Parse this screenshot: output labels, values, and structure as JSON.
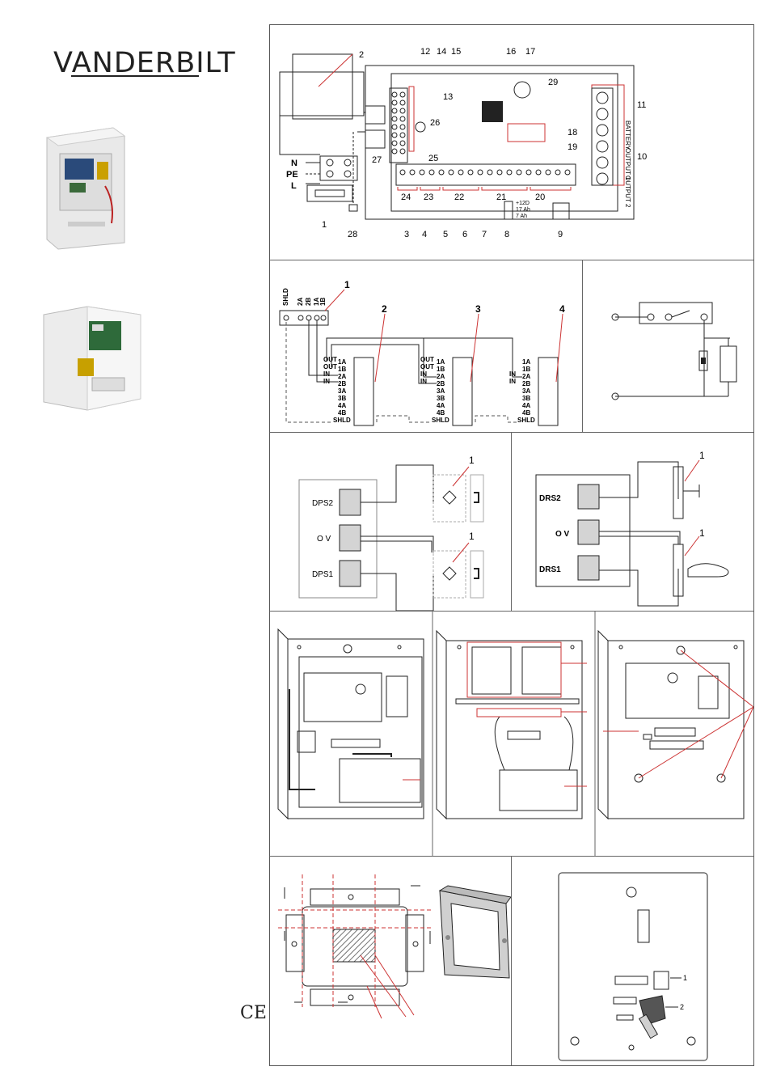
{
  "brand": {
    "name": "VANDERBILT"
  },
  "ce_mark": "CE",
  "wiring_diagram": {
    "callouts": [
      "1",
      "2",
      "3",
      "4",
      "5",
      "6",
      "7",
      "8",
      "9",
      "10",
      "11",
      "12",
      "13",
      "14",
      "15",
      "16",
      "17",
      "18",
      "19",
      "20",
      "21",
      "22",
      "23",
      "24",
      "25",
      "26",
      "27",
      "28",
      "29"
    ],
    "mains_labels": {
      "n": "N",
      "pe": "PE",
      "l": "L"
    },
    "side_labels": {
      "battery": "BATTERY",
      "output1": "OUTPUT 1",
      "output2": "OUTPUT 2"
    },
    "jumper_labels": [
      "+12D",
      "17 Ah",
      "7 Ah"
    ]
  },
  "bus_diagram": {
    "callouts": [
      "1",
      "2",
      "3",
      "4"
    ],
    "top_terminals": [
      "SHLD",
      "2A",
      "2B",
      "1A",
      "1B"
    ],
    "terminal_labels": [
      "1A",
      "1B",
      "2A",
      "2B",
      "3A",
      "3B",
      "4A",
      "4B",
      "SHLD"
    ],
    "out_label": "OUT",
    "in_label": "IN"
  },
  "dps_diagram": {
    "labels": [
      "DPS2",
      "O V",
      "DPS1"
    ],
    "callouts": [
      "1",
      "1"
    ]
  },
  "drs_diagram": {
    "labels": [
      "DRS2",
      "O V",
      "DRS1"
    ],
    "callouts": [
      "1",
      "1"
    ]
  },
  "bracket_callouts": {
    "one": "1",
    "two": "2"
  }
}
